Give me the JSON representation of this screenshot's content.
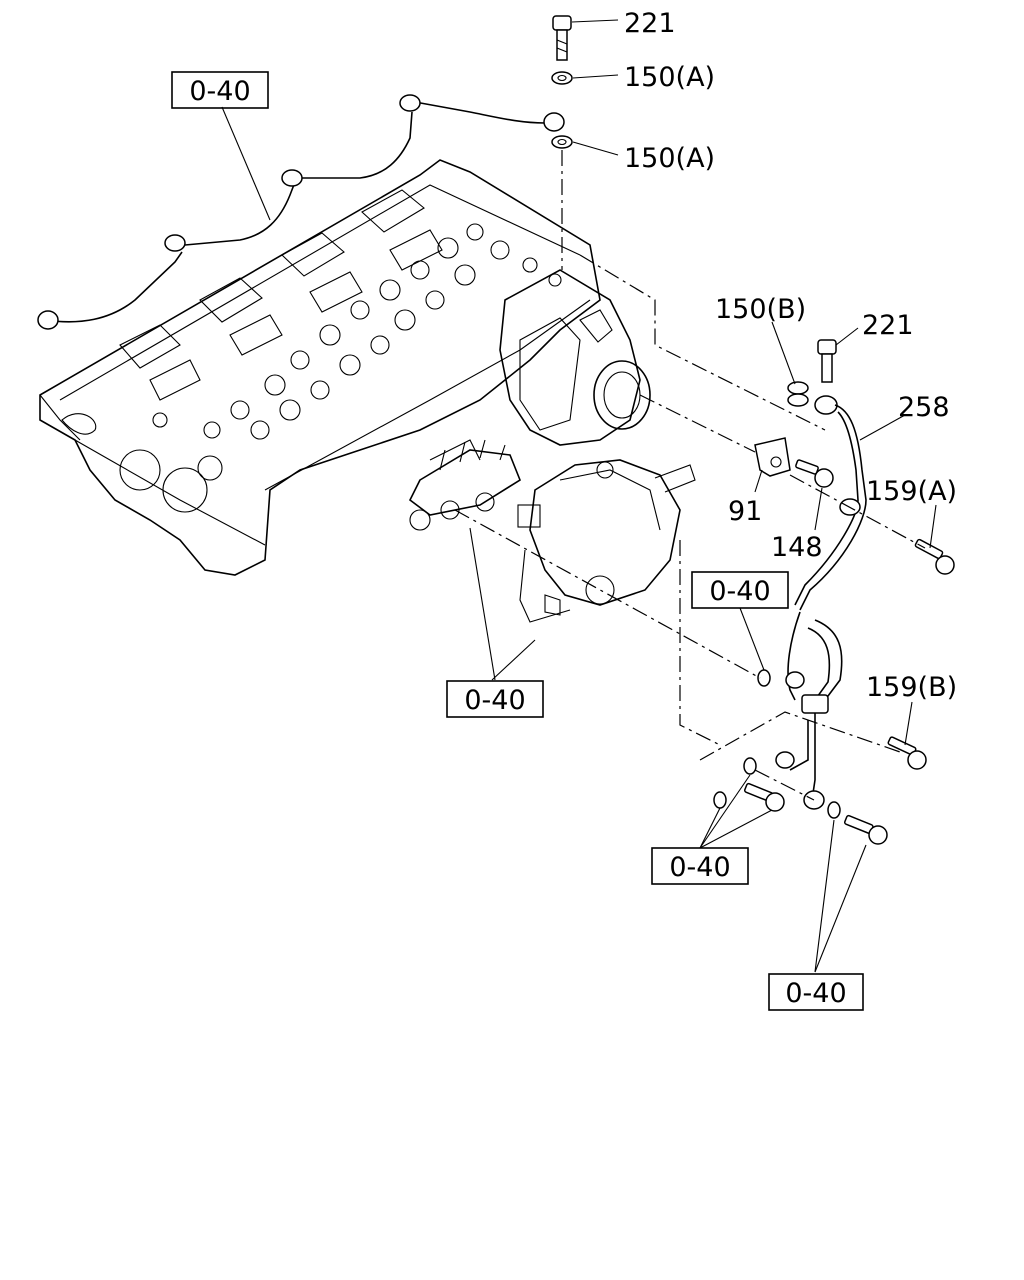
{
  "callouts": {
    "bolt_top": "221",
    "washer_a_upper": "150(A)",
    "washer_a_lower": "150(A)",
    "washer_b": "150(B)",
    "bolt_right": "221",
    "pipe_258": "258",
    "bracket_91": "91",
    "bolt_148": "148",
    "bolt_159a": "159(A)",
    "bolt_159b": "159(B)"
  },
  "ref_boxes": {
    "top_left": "0-40",
    "middle_right": "0-40",
    "lower_left": "0-40",
    "bottom_center": "0-40",
    "bottom_right": "0-40"
  }
}
